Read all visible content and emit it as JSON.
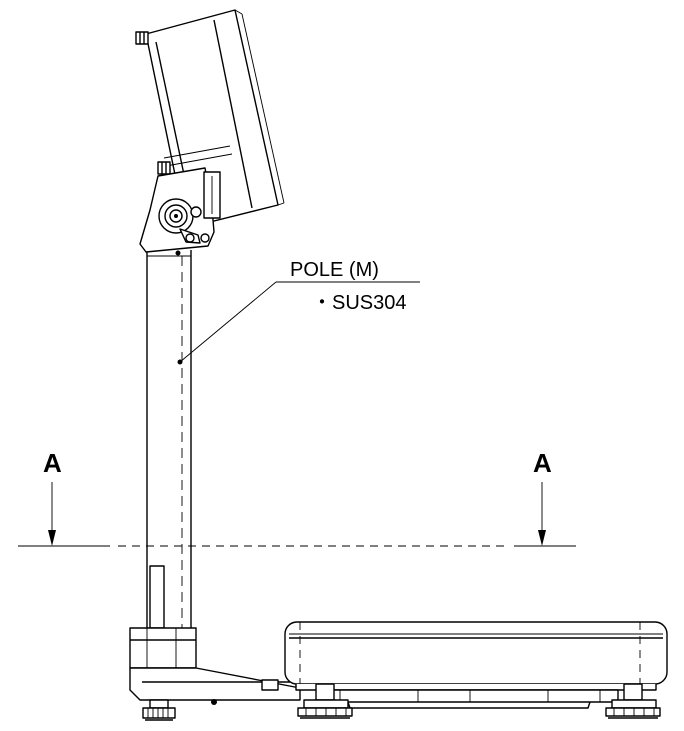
{
  "callout": {
    "part_name": "POLE (M)",
    "material": "・SUS304"
  },
  "section_cut": {
    "left_label": "A",
    "right_label": "A"
  }
}
